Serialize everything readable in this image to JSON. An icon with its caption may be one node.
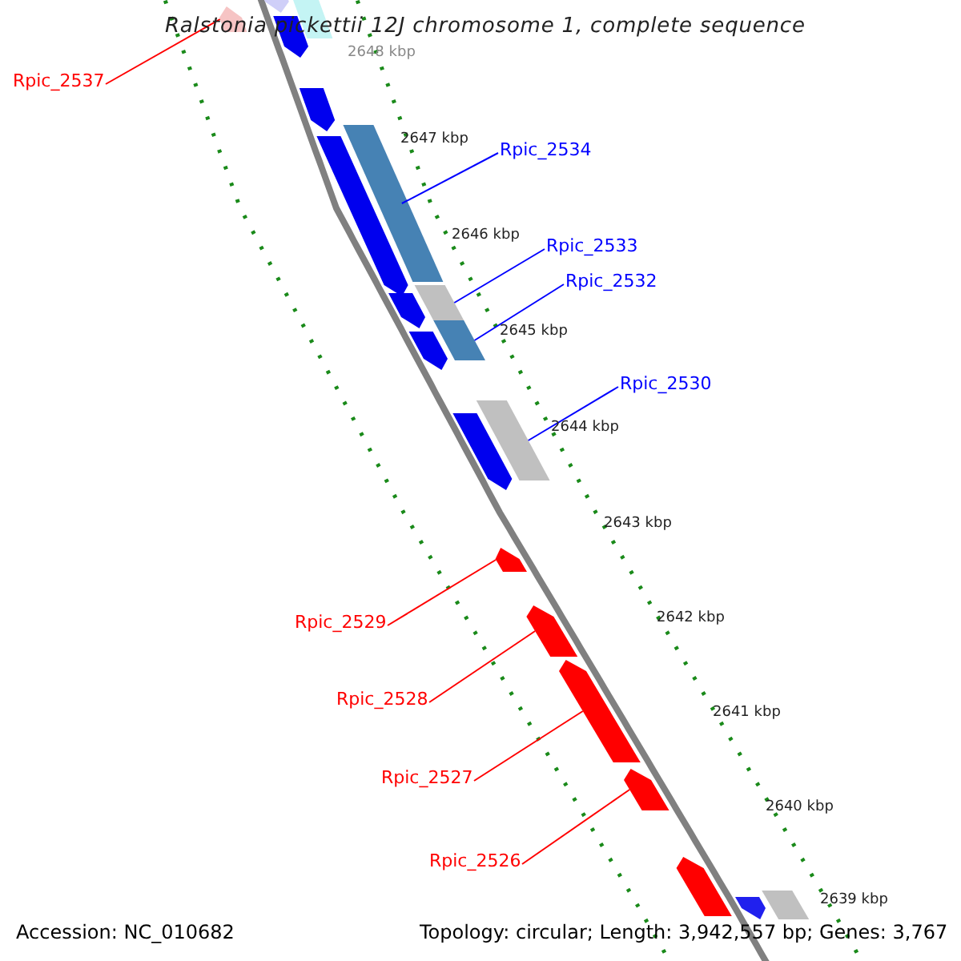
{
  "diagram": {
    "title": "Ralstonia pickettii 12J chromosome 1, complete sequence",
    "nodes": [
      {
        "text": [
          "Rpic_2537"
        ]
      },
      {
        "text": [
          "Rpic_2534"
        ]
      },
      {
        "text": [
          "Rpic_2533"
        ]
      },
      {
        "text": [
          "Rpic_2532"
        ]
      },
      {
        "text": [
          "Rpic_2530"
        ]
      },
      {
        "text": [
          "Rpic_2529"
        ]
      },
      {
        "text": [
          "Rpic_2528"
        ]
      },
      {
        "text": [
          "Rpic_2527"
        ]
      },
      {
        "text": [
          "Rpic_2526"
        ]
      },
      {
        "text": [],
        "shape": "pentagon"
      },
      {
        "text": [],
        "shape": "pentagon"
      },
      {
        "text": [],
        "shape": "box"
      },
      {
        "text": [],
        "shape": "pentagon"
      },
      {
        "text": [],
        "shape": "pentagon"
      },
      {
        "text": [],
        "shape": "box"
      },
      {
        "text": [],
        "shape": "pentagon"
      },
      {
        "text": [],
        "shape": "box"
      },
      {
        "text": [],
        "shape": "pentagon"
      },
      {
        "text": [],
        "shape": "box"
      },
      {
        "text": [],
        "shape": "pentagon"
      },
      {
        "text": [],
        "shape": "box"
      },
      {
        "text": [],
        "shape": "pentagon"
      },
      {
        "text": [],
        "shape": "pentagon"
      },
      {
        "text": [],
        "shape": "pentagon"
      },
      {
        "text": [],
        "shape": "pentagon"
      },
      {
        "text": [],
        "shape": "pentagon"
      },
      {
        "text": [],
        "shape": "pentagon"
      },
      {
        "text": [],
        "shape": "box"
      },
      {
        "text": [],
        "shape": "pentagon"
      }
    ],
    "edges": [
      {
        "from": 0,
        "to": 9,
        "arrow": "none"
      },
      {
        "from": 1,
        "to": 14,
        "arrow": "none",
        "color": "#0000ff"
      },
      {
        "from": 2,
        "to": 16,
        "arrow": "none",
        "color": "#0000ff"
      },
      {
        "from": 3,
        "to": 18,
        "arrow": "none",
        "color": "#0000ff"
      },
      {
        "from": 4,
        "to": 20,
        "arrow": "none",
        "color": "#0000ff"
      },
      {
        "from": 5,
        "to": 22,
        "arrow": "none"
      },
      {
        "from": 6,
        "to": 23,
        "arrow": "none"
      },
      {
        "from": 7,
        "to": 24,
        "arrow": "none"
      },
      {
        "from": 8,
        "to": 25,
        "arrow": "none"
      }
    ],
    "labels": [
      "2648 kbp",
      "2647 kbp",
      "2646 kbp",
      "2645 kbp",
      "2644 kbp",
      "2643 kbp",
      "2642 kbp",
      "2641 kbp",
      "2640 kbp",
      "2639 kbp",
      "Accession: NC_010682",
      "Topology: circular; Length: 3,942,557 bp; Genes: 3,767"
    ]
  }
}
